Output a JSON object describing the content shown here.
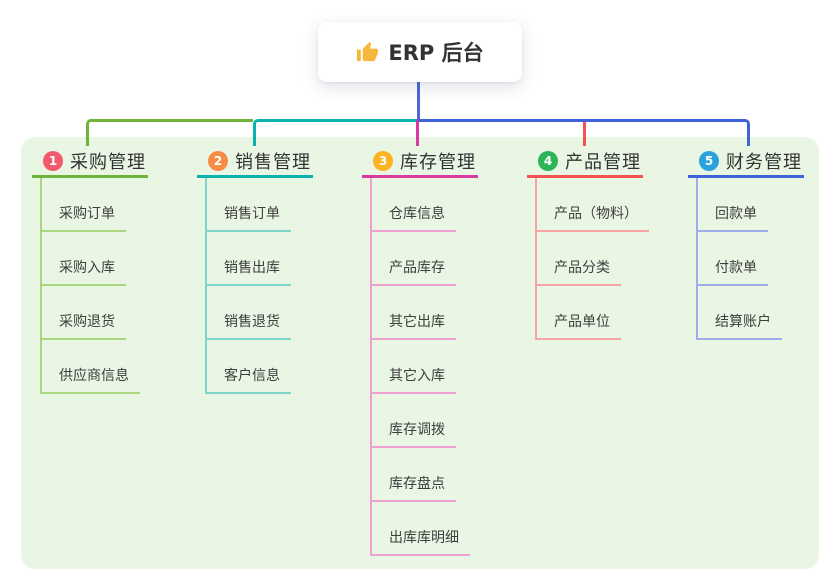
{
  "root": {
    "icon": "thumbs-up-icon",
    "title": "ERP 后台",
    "line_color": "#4c66d8"
  },
  "panel_color": "#e9f6e3",
  "branches": [
    {
      "index": "1",
      "label": "采购管理",
      "badge_color": "#f35b6c",
      "line_color": "#6fb33a",
      "light_color": "#a9d67e",
      "children": [
        "采购订单",
        "采购入库",
        "采购退货",
        "供应商信息"
      ]
    },
    {
      "index": "2",
      "label": "销售管理",
      "badge_color": "#f88b45",
      "line_color": "#09b2ab",
      "light_color": "#7ed5cc",
      "children": [
        "销售订单",
        "销售出库",
        "销售退货",
        "客户信息"
      ]
    },
    {
      "index": "3",
      "label": "库存管理",
      "badge_color": "#fcb321",
      "line_color": "#d83a9e",
      "light_color": "#ef9fd2",
      "children": [
        "仓库信息",
        "产品库存",
        "其它出库",
        "其它入库",
        "库存调拨",
        "库存盘点",
        "出库库明细"
      ]
    },
    {
      "index": "4",
      "label": "产品管理",
      "badge_color": "#2db456",
      "line_color": "#f25352",
      "light_color": "#f8a5a3",
      "children": [
        "产品（物料）",
        "产品分类",
        "产品单位"
      ]
    },
    {
      "index": "5",
      "label": "财务管理",
      "badge_color": "#2aa3dd",
      "line_color": "#3e62d8",
      "light_color": "#9cadea",
      "children": [
        "回款单",
        "付款单",
        "结算账户"
      ]
    }
  ]
}
